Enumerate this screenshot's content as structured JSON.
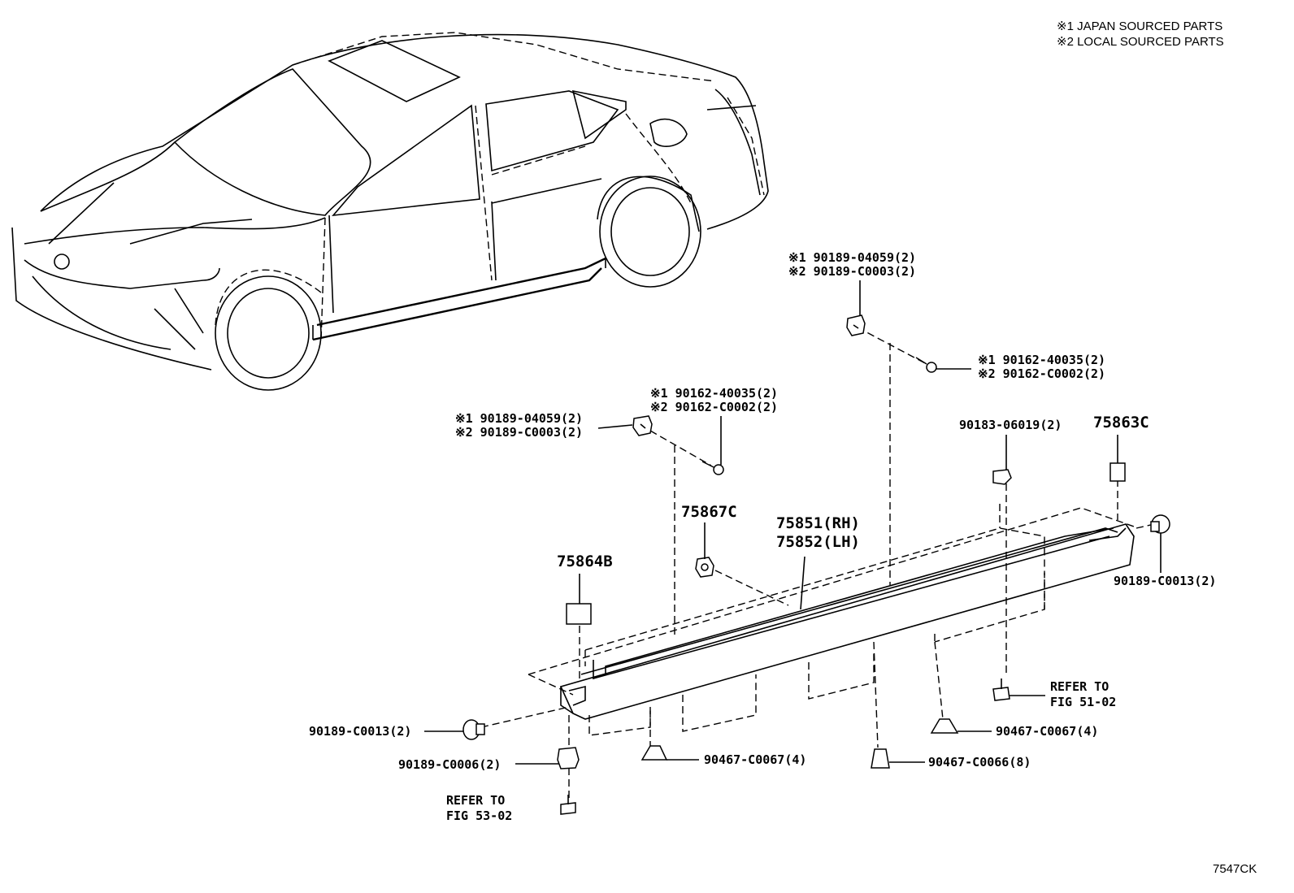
{
  "notes": [
    "※1 JAPAN SOURCED PARTS",
    "※2 LOCAL SOURCED PARTS"
  ],
  "figure_code": "7547CK",
  "labels": {
    "clip_upper_right_1": "※1 90189-04059(2)",
    "clip_upper_right_2": "※2 90189-C0003(2)",
    "screw_upper_right_1": "※1 90162-40035(2)",
    "screw_upper_right_2": "※2 90162-C0002(2)",
    "screw_upper_left_1": "※1 90162-40035(2)",
    "screw_upper_left_2": "※2 90162-C0002(2)",
    "clip_upper_left_1": "※1 90189-04059(2)",
    "clip_upper_left_2": "※2 90189-C0003(2)",
    "nut_right": "90183-06019(2)",
    "pad_right": "75863C",
    "clip_front": "75867C",
    "moulding_rh": "75851(RH)",
    "moulding_lh": "75852(LH)",
    "pad_left": "75864B",
    "clip_end_right": "90189-C0013(2)",
    "clip_end_left": "90189-C0013(2)",
    "clip_bottom_left": "90189-C0006(2)",
    "refer_left_1": "REFER TO",
    "refer_left_2": "FIG 53-02",
    "refer_right_1": "REFER TO",
    "refer_right_2": "FIG 51-02",
    "retainer_mid": "90467-C0067(4)",
    "retainer_right": "90467-C0067(4)",
    "retainer_bottom": "90467-C0066(8)"
  }
}
